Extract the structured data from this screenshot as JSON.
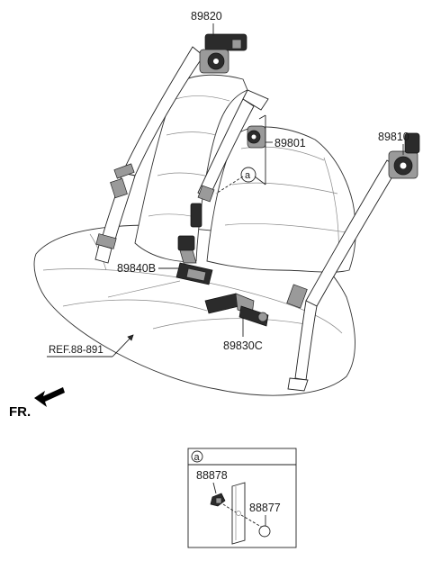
{
  "parts": {
    "p89820": "89820",
    "p89801": "89801",
    "p89810": "89810",
    "p89840B": "89840B",
    "p89830C": "89830C",
    "ref": "REF.88-891",
    "fr": "FR."
  },
  "callout": {
    "marker": "a",
    "inset_marker": "a",
    "p88878": "88878",
    "p88877": "88877"
  }
}
